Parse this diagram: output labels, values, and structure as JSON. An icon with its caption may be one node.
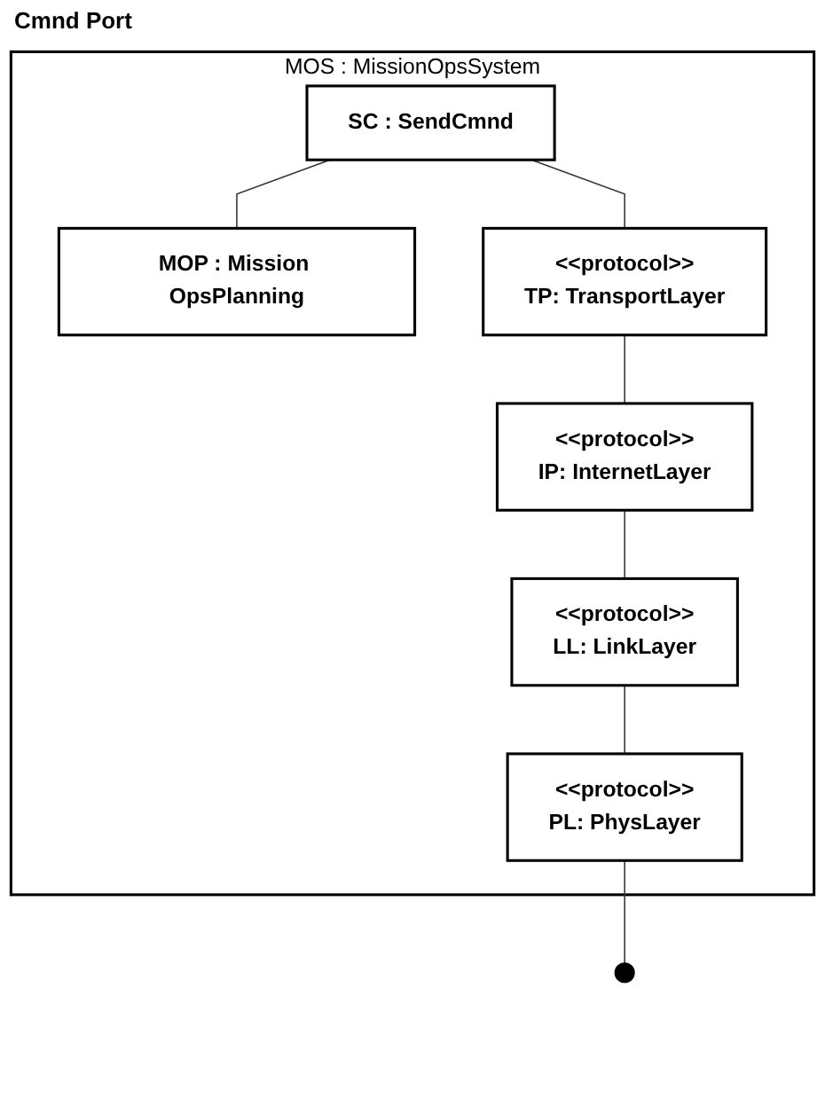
{
  "diagram": {
    "nodes": [
      {
        "text": [
          "MOS : MissionOpsSystem"
        ]
      },
      {
        "text": [
          "SC : SendCmnd"
        ],
        "in": 0
      },
      {
        "text": [
          "MOP : Mission OpsPlanning"
        ],
        "in": 0
      },
      {
        "text": [
          "<<protocol>>",
          "TP: TransportLayer"
        ],
        "in": 0
      },
      {
        "text": [
          "<<protocol>>",
          "IP: InternetLayer"
        ],
        "in": 0
      },
      {
        "text": [
          "<<protocol>>",
          "LL: LinkLayer"
        ],
        "in": 0
      },
      {
        "text": [
          "<<protocol>>",
          "PL: PhysLayer"
        ],
        "in": 0
      }
    ],
    "edges": [
      {
        "from": 1,
        "to": 2,
        "arrow": "none"
      },
      {
        "from": 1,
        "to": 3,
        "arrow": "none"
      },
      {
        "from": 3,
        "to": 4,
        "arrow": "none"
      },
      {
        "from": 4,
        "to": 5,
        "arrow": "none"
      },
      {
        "from": 5,
        "to": 6,
        "arrow": "none"
      },
      {
        "from": 6,
        "to": null,
        "arrow": "none"
      }
    ],
    "labels": [
      "Cmnd Port"
    ]
  }
}
